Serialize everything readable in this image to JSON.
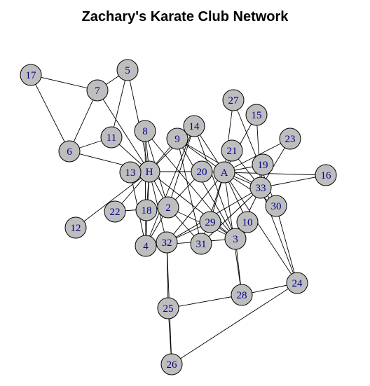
{
  "title": "Zachary's Karate Club Network",
  "colors": {
    "node_fill": "#bebebe",
    "node_stroke": "#000000",
    "label_color": "#00008b",
    "edge_color": "#000000"
  },
  "nodes": [
    {
      "id": "H",
      "label": "H"
    },
    {
      "id": "2",
      "label": "2"
    },
    {
      "id": "3",
      "label": "3"
    },
    {
      "id": "4",
      "label": "4"
    },
    {
      "id": "5",
      "label": "5"
    },
    {
      "id": "6",
      "label": "6"
    },
    {
      "id": "7",
      "label": "7"
    },
    {
      "id": "8",
      "label": "8"
    },
    {
      "id": "9",
      "label": "9"
    },
    {
      "id": "10",
      "label": "10"
    },
    {
      "id": "11",
      "label": "11"
    },
    {
      "id": "12",
      "label": "12"
    },
    {
      "id": "13",
      "label": "13"
    },
    {
      "id": "14",
      "label": "14"
    },
    {
      "id": "15",
      "label": "15"
    },
    {
      "id": "16",
      "label": "16"
    },
    {
      "id": "17",
      "label": "17"
    },
    {
      "id": "18",
      "label": "18"
    },
    {
      "id": "19",
      "label": "19"
    },
    {
      "id": "20",
      "label": "20"
    },
    {
      "id": "21",
      "label": "21"
    },
    {
      "id": "22",
      "label": "22"
    },
    {
      "id": "23",
      "label": "23"
    },
    {
      "id": "24",
      "label": "24"
    },
    {
      "id": "25",
      "label": "25"
    },
    {
      "id": "26",
      "label": "26"
    },
    {
      "id": "27",
      "label": "27"
    },
    {
      "id": "28",
      "label": "28"
    },
    {
      "id": "29",
      "label": "29"
    },
    {
      "id": "30",
      "label": "30"
    },
    {
      "id": "31",
      "label": "31"
    },
    {
      "id": "32",
      "label": "32"
    },
    {
      "id": "33",
      "label": "33"
    },
    {
      "id": "A",
      "label": "A"
    }
  ],
  "edges": [
    [
      "H",
      "2"
    ],
    [
      "H",
      "3"
    ],
    [
      "H",
      "4"
    ],
    [
      "H",
      "5"
    ],
    [
      "H",
      "6"
    ],
    [
      "H",
      "7"
    ],
    [
      "H",
      "8"
    ],
    [
      "H",
      "9"
    ],
    [
      "H",
      "11"
    ],
    [
      "H",
      "12"
    ],
    [
      "H",
      "13"
    ],
    [
      "H",
      "14"
    ],
    [
      "H",
      "18"
    ],
    [
      "H",
      "20"
    ],
    [
      "H",
      "22"
    ],
    [
      "H",
      "32"
    ],
    [
      "2",
      "3"
    ],
    [
      "2",
      "4"
    ],
    [
      "2",
      "8"
    ],
    [
      "2",
      "14"
    ],
    [
      "2",
      "18"
    ],
    [
      "2",
      "20"
    ],
    [
      "2",
      "22"
    ],
    [
      "2",
      "31"
    ],
    [
      "3",
      "4"
    ],
    [
      "3",
      "8"
    ],
    [
      "3",
      "9"
    ],
    [
      "3",
      "10"
    ],
    [
      "3",
      "14"
    ],
    [
      "3",
      "28"
    ],
    [
      "3",
      "29"
    ],
    [
      "3",
      "33"
    ],
    [
      "4",
      "8"
    ],
    [
      "4",
      "13"
    ],
    [
      "4",
      "14"
    ],
    [
      "5",
      "7"
    ],
    [
      "5",
      "11"
    ],
    [
      "6",
      "7"
    ],
    [
      "6",
      "11"
    ],
    [
      "6",
      "17"
    ],
    [
      "7",
      "17"
    ],
    [
      "9",
      "31"
    ],
    [
      "9",
      "33"
    ],
    [
      "9",
      "A"
    ],
    [
      "10",
      "A"
    ],
    [
      "14",
      "A"
    ],
    [
      "15",
      "33"
    ],
    [
      "15",
      "A"
    ],
    [
      "16",
      "33"
    ],
    [
      "16",
      "A"
    ],
    [
      "19",
      "33"
    ],
    [
      "19",
      "A"
    ],
    [
      "20",
      "A"
    ],
    [
      "21",
      "33"
    ],
    [
      "21",
      "A"
    ],
    [
      "23",
      "33"
    ],
    [
      "23",
      "A"
    ],
    [
      "24",
      "26"
    ],
    [
      "24",
      "28"
    ],
    [
      "24",
      "30"
    ],
    [
      "24",
      "33"
    ],
    [
      "24",
      "A"
    ],
    [
      "25",
      "26"
    ],
    [
      "25",
      "28"
    ],
    [
      "25",
      "32"
    ],
    [
      "26",
      "32"
    ],
    [
      "27",
      "30"
    ],
    [
      "27",
      "A"
    ],
    [
      "28",
      "A"
    ],
    [
      "29",
      "32"
    ],
    [
      "29",
      "A"
    ],
    [
      "30",
      "33"
    ],
    [
      "30",
      "A"
    ],
    [
      "31",
      "33"
    ],
    [
      "31",
      "A"
    ],
    [
      "32",
      "33"
    ],
    [
      "32",
      "A"
    ],
    [
      "33",
      "A"
    ]
  ]
}
